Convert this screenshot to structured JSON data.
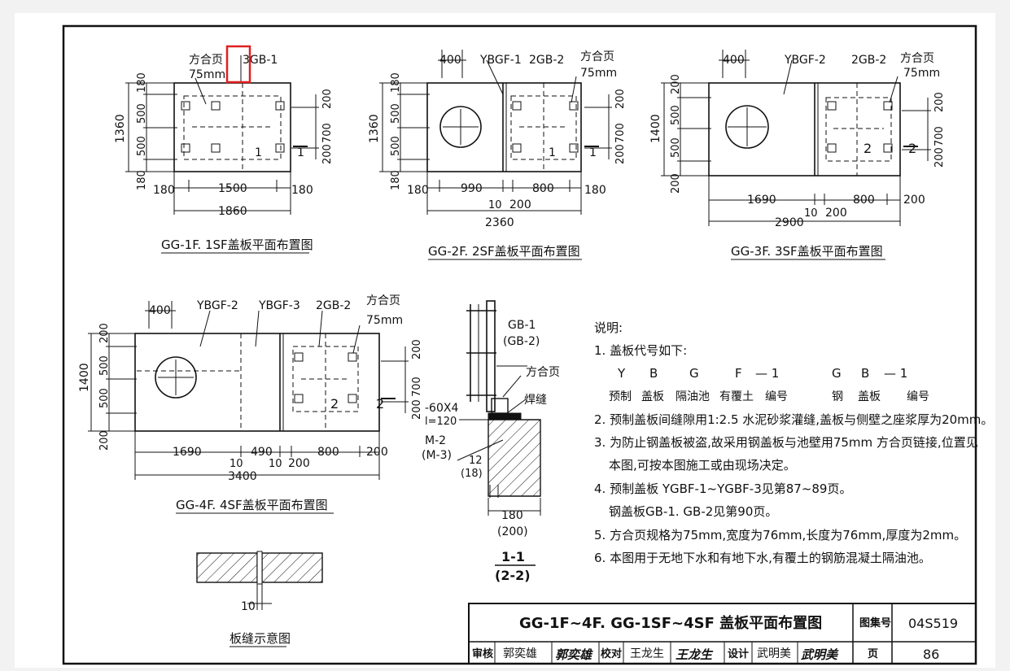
{
  "drawings": {
    "gg1": {
      "caption": "GG-1F. 1SF盖板平面布置图",
      "hinge": "方合页",
      "hinge_size": "75mm",
      "plate": "3GB-1",
      "dims_left": [
        "180",
        "500",
        "500",
        "180"
      ],
      "total_h": "1360",
      "dims_right": [
        "200",
        "700",
        "200"
      ],
      "dims_bottom": [
        "180",
        "1500",
        "180"
      ],
      "total_w": "1860",
      "section_mark": "1"
    },
    "gg2": {
      "caption": "GG-2F. 2SF盖板平面布置图",
      "w400": "400",
      "ybgf": "YBGF-1",
      "plate": "2GB-2",
      "hinge": "方合页",
      "hinge_size": "75mm",
      "dims_left": [
        "180",
        "500",
        "500",
        "180"
      ],
      "total_h": "1360",
      "dims_right": [
        "200",
        "700",
        "200"
      ],
      "dims_bottom": [
        "180",
        "990",
        "10",
        "200",
        "800",
        "180"
      ],
      "total_w": "2360",
      "section_mark": "1"
    },
    "gg3": {
      "caption": "GG-3F. 3SF盖板平面布置图",
      "w400": "400",
      "ybgf": "YBGF-2",
      "plate": "2GB-2",
      "hinge": "方合页",
      "hinge_size": "75mm",
      "dims_left": [
        "200",
        "500",
        "500",
        "200"
      ],
      "total_h": "1400",
      "dims_right": [
        "200",
        "700",
        "200"
      ],
      "dims_bottom": [
        "1690",
        "10",
        "200",
        "800",
        "200"
      ],
      "total_w": "2900",
      "section_mark": "2"
    },
    "gg4": {
      "caption": "GG-4F. 4SF盖板平面布置图",
      "w400": "400",
      "ybgf_a": "YBGF-2",
      "ybgf_b": "YBGF-3",
      "plate": "2GB-2",
      "hinge": "方合页",
      "hinge_size": "75mm",
      "dims_left": [
        "200",
        "500",
        "500",
        "200"
      ],
      "total_h": "1400",
      "dims_right": [
        "200",
        "700",
        "200"
      ],
      "dims_bottom": [
        "1690",
        "10",
        "490",
        "10",
        "200",
        "800",
        "200"
      ],
      "total_w": "3400",
      "section_mark": "2"
    },
    "section": {
      "gb": "GB-1",
      "gb_alt": "(GB-2)",
      "hinge": "方合页",
      "weld": "焊缝",
      "bar": "-60X4",
      "bar_len": "l=120",
      "m": "M-2",
      "m_alt": "(M-3)",
      "gap": "12",
      "gap_alt": "(18)",
      "w": "180",
      "w_alt": "(200)",
      "title": "1-1",
      "title_alt": "(2-2)"
    },
    "seam": {
      "dim": "10",
      "caption": "板缝示意图"
    }
  },
  "notes": {
    "heading": "说明:",
    "n1": "1. 盖板代号如下:",
    "codes": [
      "Y",
      "B",
      "G",
      "F",
      "— 1",
      "G",
      "B",
      "— 1"
    ],
    "code_names": [
      "预制",
      "盖板",
      "隔油池",
      "有覆土",
      "编号",
      "钢",
      "盖板",
      "编号"
    ],
    "n2": "2. 预制盖板间缝隙用1:2.5 水泥砂浆灌缝,盖板与侧壁之座浆厚为20mm。",
    "n3a": "3. 为防止钢盖板被盗,故采用钢盖板与池壁用75mm 方合页链接,位置见",
    "n3b": "本图,可按本图施工或由现场决定。",
    "n4a": "4. 预制盖板 YGBF-1~YGBF-3见第87~89页。",
    "n4b": "钢盖板GB-1. GB-2见第90页。",
    "n5": "5. 方合页规格为75mm,宽度为76mm,长度为76mm,厚度为2mm。",
    "n6": "6. 本图用于无地下水和有地下水,有覆土的钢筋混凝土隔油池。"
  },
  "title_block": {
    "title": "GG-1F~4F. GG-1SF~4SF 盖板平面布置图",
    "atlas_label": "图集号",
    "atlas_no": "04S519",
    "review_label": "审核",
    "reviewer": "郭奕雄",
    "reviewer_sig": "郭奕雄",
    "check_label": "校对",
    "checker": "王龙生",
    "checker_sig": "王龙生",
    "design_label": "设计",
    "designer": "武明美",
    "designer_sig": "武明美",
    "page_label": "页",
    "page_no": "86"
  },
  "colors": {
    "line": "#111111",
    "highlight": "#e02020",
    "paper": "#ffffff",
    "bg": "#f2f2f2"
  }
}
